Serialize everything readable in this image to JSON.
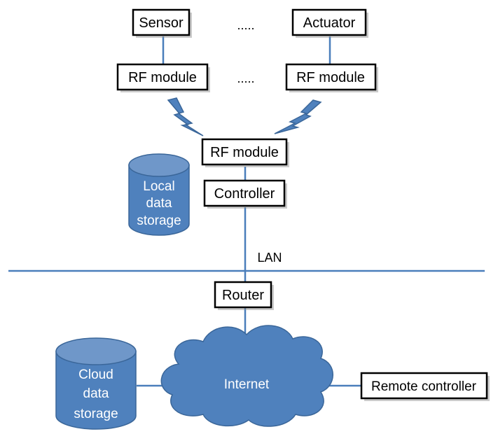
{
  "nodes": {
    "sensor": "Sensor",
    "actuator": "Actuator",
    "rf_module_left": "RF module",
    "rf_module_right": "RF module",
    "rf_module_center": "RF module",
    "controller": "Controller",
    "router": "Router",
    "remote_controller": "Remote controller"
  },
  "ellipsis_top": ".....",
  "ellipsis_middle": ".....",
  "lan_label": "LAN",
  "local_storage": [
    "Local",
    "data",
    "storage"
  ],
  "cloud_storage": [
    "Cloud",
    "data",
    "storage"
  ],
  "internet_label": "Internet",
  "colors": {
    "line_blue": "#4a7ebb",
    "shape_blue": "#4f81bd",
    "box_border": "#000000"
  }
}
